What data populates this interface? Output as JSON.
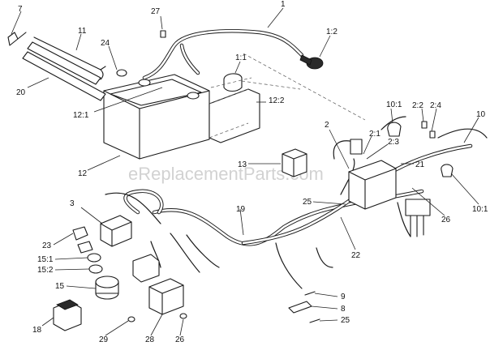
{
  "watermark": "eReplacementParts.com",
  "callouts": {
    "c7": "7",
    "c27": "27",
    "c1": "1",
    "c11": "11",
    "c24": "24",
    "c1_2": "1:2",
    "c1_1": "1:1",
    "c20": "20",
    "c12_1": "12:1",
    "c12_2": "12:2",
    "c10_1a": "10:1",
    "c2_2": "2:2",
    "c2_4": "2:4",
    "c10": "10",
    "c2": "2",
    "c2_1": "2:1",
    "c2_3": "2:3",
    "c13": "13",
    "c21": "21",
    "c12": "12",
    "c25a": "25",
    "c3": "3",
    "c19": "19",
    "c26a": "26",
    "c10_1b": "10:1",
    "c23": "23",
    "c15_1": "15:1",
    "c15_2": "15:2",
    "c22": "22",
    "c15": "15",
    "c9": "9",
    "c8": "8",
    "c25b": "25",
    "c18": "18",
    "c29": "29",
    "c28": "28",
    "c26b": "26"
  }
}
